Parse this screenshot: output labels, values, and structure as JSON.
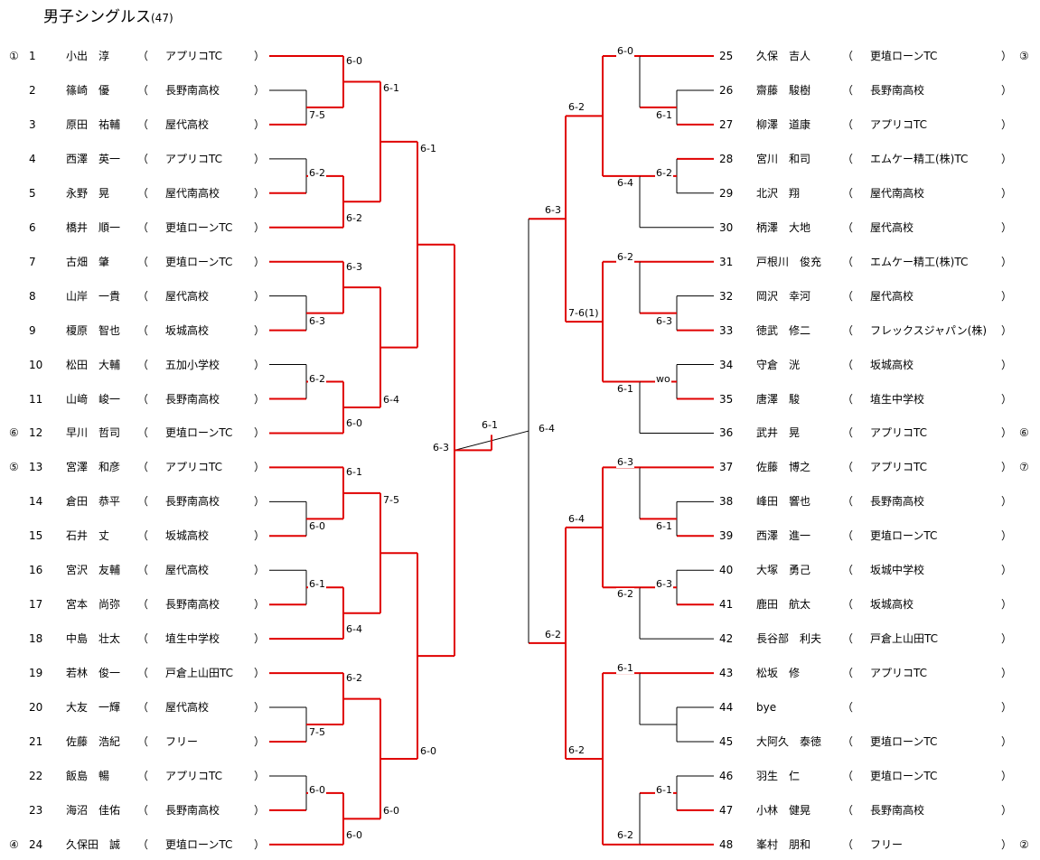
{
  "title": "男子シングルス",
  "count": "(47)",
  "colors": {
    "win": "#e00000",
    "line": "#000000"
  },
  "players_left": [
    {
      "seed": "①",
      "num": "1",
      "name": "小出　淳",
      "club": "アプリコTC"
    },
    {
      "seed": "",
      "num": "2",
      "name": "篠崎　優",
      "club": "長野南高校"
    },
    {
      "seed": "",
      "num": "3",
      "name": "原田　祐輔",
      "club": "屋代高校"
    },
    {
      "seed": "",
      "num": "4",
      "name": "西澤　英一",
      "club": "アプリコTC"
    },
    {
      "seed": "",
      "num": "5",
      "name": "永野　晃",
      "club": "屋代南高校"
    },
    {
      "seed": "",
      "num": "6",
      "name": "橋井　順一",
      "club": "更埴ローンTC"
    },
    {
      "seed": "",
      "num": "7",
      "name": "古畑　肇",
      "club": "更埴ローンTC"
    },
    {
      "seed": "",
      "num": "8",
      "name": "山岸　一貴",
      "club": "屋代高校"
    },
    {
      "seed": "",
      "num": "9",
      "name": "榎原　智也",
      "club": "坂城高校"
    },
    {
      "seed": "",
      "num": "10",
      "name": "松田　大輔",
      "club": "五加小学校"
    },
    {
      "seed": "",
      "num": "11",
      "name": "山﨑　峻一",
      "club": "長野南高校"
    },
    {
      "seed": "⑥",
      "num": "12",
      "name": "早川　哲司",
      "club": "更埴ローンTC"
    },
    {
      "seed": "⑤",
      "num": "13",
      "name": "宮澤　和彦",
      "club": "アプリコTC"
    },
    {
      "seed": "",
      "num": "14",
      "name": "倉田　恭平",
      "club": "長野南高校"
    },
    {
      "seed": "",
      "num": "15",
      "name": "石井　丈",
      "club": "坂城高校"
    },
    {
      "seed": "",
      "num": "16",
      "name": "宮沢　友輔",
      "club": "屋代高校"
    },
    {
      "seed": "",
      "num": "17",
      "name": "宮本　尚弥",
      "club": "長野南高校"
    },
    {
      "seed": "",
      "num": "18",
      "name": "中島　壮太",
      "club": "埴生中学校"
    },
    {
      "seed": "",
      "num": "19",
      "name": "若林　俊一",
      "club": "戸倉上山田TC"
    },
    {
      "seed": "",
      "num": "20",
      "name": "大友　一輝",
      "club": "屋代高校"
    },
    {
      "seed": "",
      "num": "21",
      "name": "佐藤　浩紀",
      "club": "フリー"
    },
    {
      "seed": "",
      "num": "22",
      "name": "飯島　暢",
      "club": "アプリコTC"
    },
    {
      "seed": "",
      "num": "23",
      "name": "海沼　佳佑",
      "club": "長野南高校"
    },
    {
      "seed": "④",
      "num": "24",
      "name": "久保田　誠",
      "club": "更埴ローンTC"
    }
  ],
  "players_right": [
    {
      "seed": "③",
      "num": "25",
      "name": "久保　吉人",
      "club": "更埴ローンTC"
    },
    {
      "seed": "",
      "num": "26",
      "name": "齋藤　駿樹",
      "club": "長野南高校"
    },
    {
      "seed": "",
      "num": "27",
      "name": "柳澤　道康",
      "club": "アプリコTC"
    },
    {
      "seed": "",
      "num": "28",
      "name": "宮川　和司",
      "club": "エムケー精工(株)TC"
    },
    {
      "seed": "",
      "num": "29",
      "name": "北沢　翔",
      "club": "屋代南高校"
    },
    {
      "seed": "",
      "num": "30",
      "name": "柄澤　大地",
      "club": "屋代高校"
    },
    {
      "seed": "",
      "num": "31",
      "name": "戸根川　俊充",
      "club": "エムケー精工(株)TC"
    },
    {
      "seed": "",
      "num": "32",
      "name": "岡沢　幸河",
      "club": "屋代高校"
    },
    {
      "seed": "",
      "num": "33",
      "name": "徳武　修二",
      "club": "フレックスジャパン(株)"
    },
    {
      "seed": "",
      "num": "34",
      "name": "守倉　洸",
      "club": "坂城高校"
    },
    {
      "seed": "",
      "num": "35",
      "name": "唐澤　駿",
      "club": "埴生中学校"
    },
    {
      "seed": "⑥",
      "num": "36",
      "name": "武井　晃",
      "club": "アプリコTC"
    },
    {
      "seed": "⑦",
      "num": "37",
      "name": "佐藤　博之",
      "club": "アプリコTC"
    },
    {
      "seed": "",
      "num": "38",
      "name": "峰田　響也",
      "club": "長野南高校"
    },
    {
      "seed": "",
      "num": "39",
      "name": "西澤　進一",
      "club": "更埴ローンTC"
    },
    {
      "seed": "",
      "num": "40",
      "name": "大塚　勇己",
      "club": "坂城中学校"
    },
    {
      "seed": "",
      "num": "41",
      "name": "鹿田　航太",
      "club": "坂城高校"
    },
    {
      "seed": "",
      "num": "42",
      "name": "長谷部　利夫",
      "club": "戸倉上山田TC"
    },
    {
      "seed": "",
      "num": "43",
      "name": "松坂　修",
      "club": "アプリコTC"
    },
    {
      "seed": "",
      "num": "44",
      "name": "bye",
      "club": ""
    },
    {
      "seed": "",
      "num": "45",
      "name": "大阿久　泰徳",
      "club": "更埴ローンTC"
    },
    {
      "seed": "",
      "num": "46",
      "name": "羽生　仁",
      "club": "更埴ローンTC"
    },
    {
      "seed": "",
      "num": "47",
      "name": "小林　健晃",
      "club": "長野南高校"
    },
    {
      "seed": "②",
      "num": "48",
      "name": "峯村　朋和",
      "club": "フリー"
    }
  ],
  "scores": {
    "L_r1": [
      "7-5",
      "6-2",
      "6-3",
      "6-2",
      "6-0",
      "6-1",
      "7-5",
      "6-0"
    ],
    "L_r2": [
      "6-0",
      "6-2",
      "6-3",
      "6-0",
      "6-1",
      "6-4",
      "6-2",
      "6-0"
    ],
    "L_r3": [
      "6-1",
      "6-4",
      "7-5",
      "6-0"
    ],
    "L_r4": [
      "6-1",
      "6-0"
    ],
    "L_r5": "6-3",
    "final": "6-1",
    "R_r5": "6-4",
    "R_r4": [
      "6-3",
      "6-2"
    ],
    "R_r3": [
      "6-2",
      "7-6(1)",
      "6-4",
      "6-2"
    ],
    "R_r2": [
      "6-0",
      "6-4",
      "6-2",
      "6-1",
      "6-3",
      "6-2",
      "6-1",
      "6-2"
    ],
    "R_r1": [
      "6-1",
      "6-2",
      "6-3",
      "wo",
      "6-1",
      "6-3",
      "",
      "6-1"
    ]
  },
  "icons": {
    "bracket": "tournament-bracket-lines"
  }
}
